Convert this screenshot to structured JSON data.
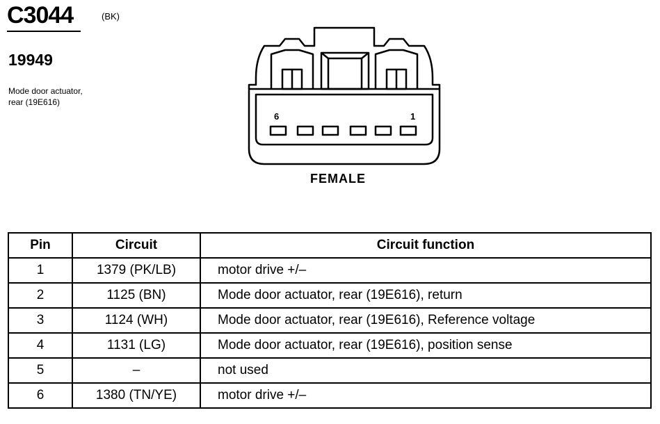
{
  "connector": {
    "id": "C3044",
    "color": "(BK)",
    "part_number": "19949",
    "description": [
      "Mode door actuator,",
      "rear (19E616)"
    ],
    "view": "FEMALE",
    "cavity_labels": {
      "left": "6",
      "right": "1"
    }
  },
  "table": {
    "headers": {
      "pin": "Pin",
      "circuit": "Circuit",
      "function": "Circuit function"
    },
    "rows": [
      {
        "pin": "1",
        "circuit": "1379 (PK/LB)",
        "function": "motor drive +/–"
      },
      {
        "pin": "2",
        "circuit": "1125 (BN)",
        "function": "Mode door actuator, rear (19E616), return"
      },
      {
        "pin": "3",
        "circuit": "1124 (WH)",
        "function": "Mode door actuator, rear (19E616), Reference voltage"
      },
      {
        "pin": "4",
        "circuit": "1131 (LG)",
        "function": "Mode door actuator, rear (19E616), position sense"
      },
      {
        "pin": "5",
        "circuit": "–",
        "function": "not used"
      },
      {
        "pin": "6",
        "circuit": "1380 (TN/YE)",
        "function": "motor drive +/–"
      }
    ]
  }
}
